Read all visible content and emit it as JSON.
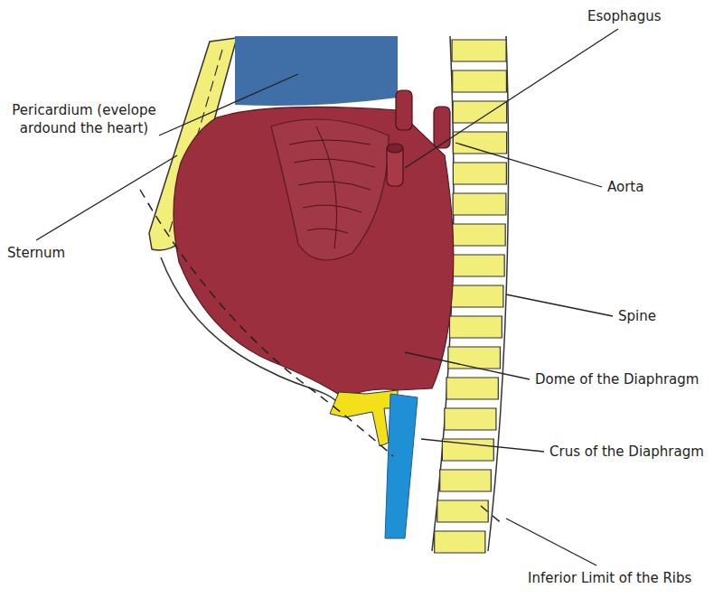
{
  "diagram": {
    "labels": [
      "Esophagus",
      "Pericardium (evelope ardound the heart)",
      "Sternum",
      "Aorta",
      "Spine",
      "Dome of the Diaphragm",
      "Crus of the Diaphragm",
      "Inferior Limit of the Ribs"
    ]
  }
}
